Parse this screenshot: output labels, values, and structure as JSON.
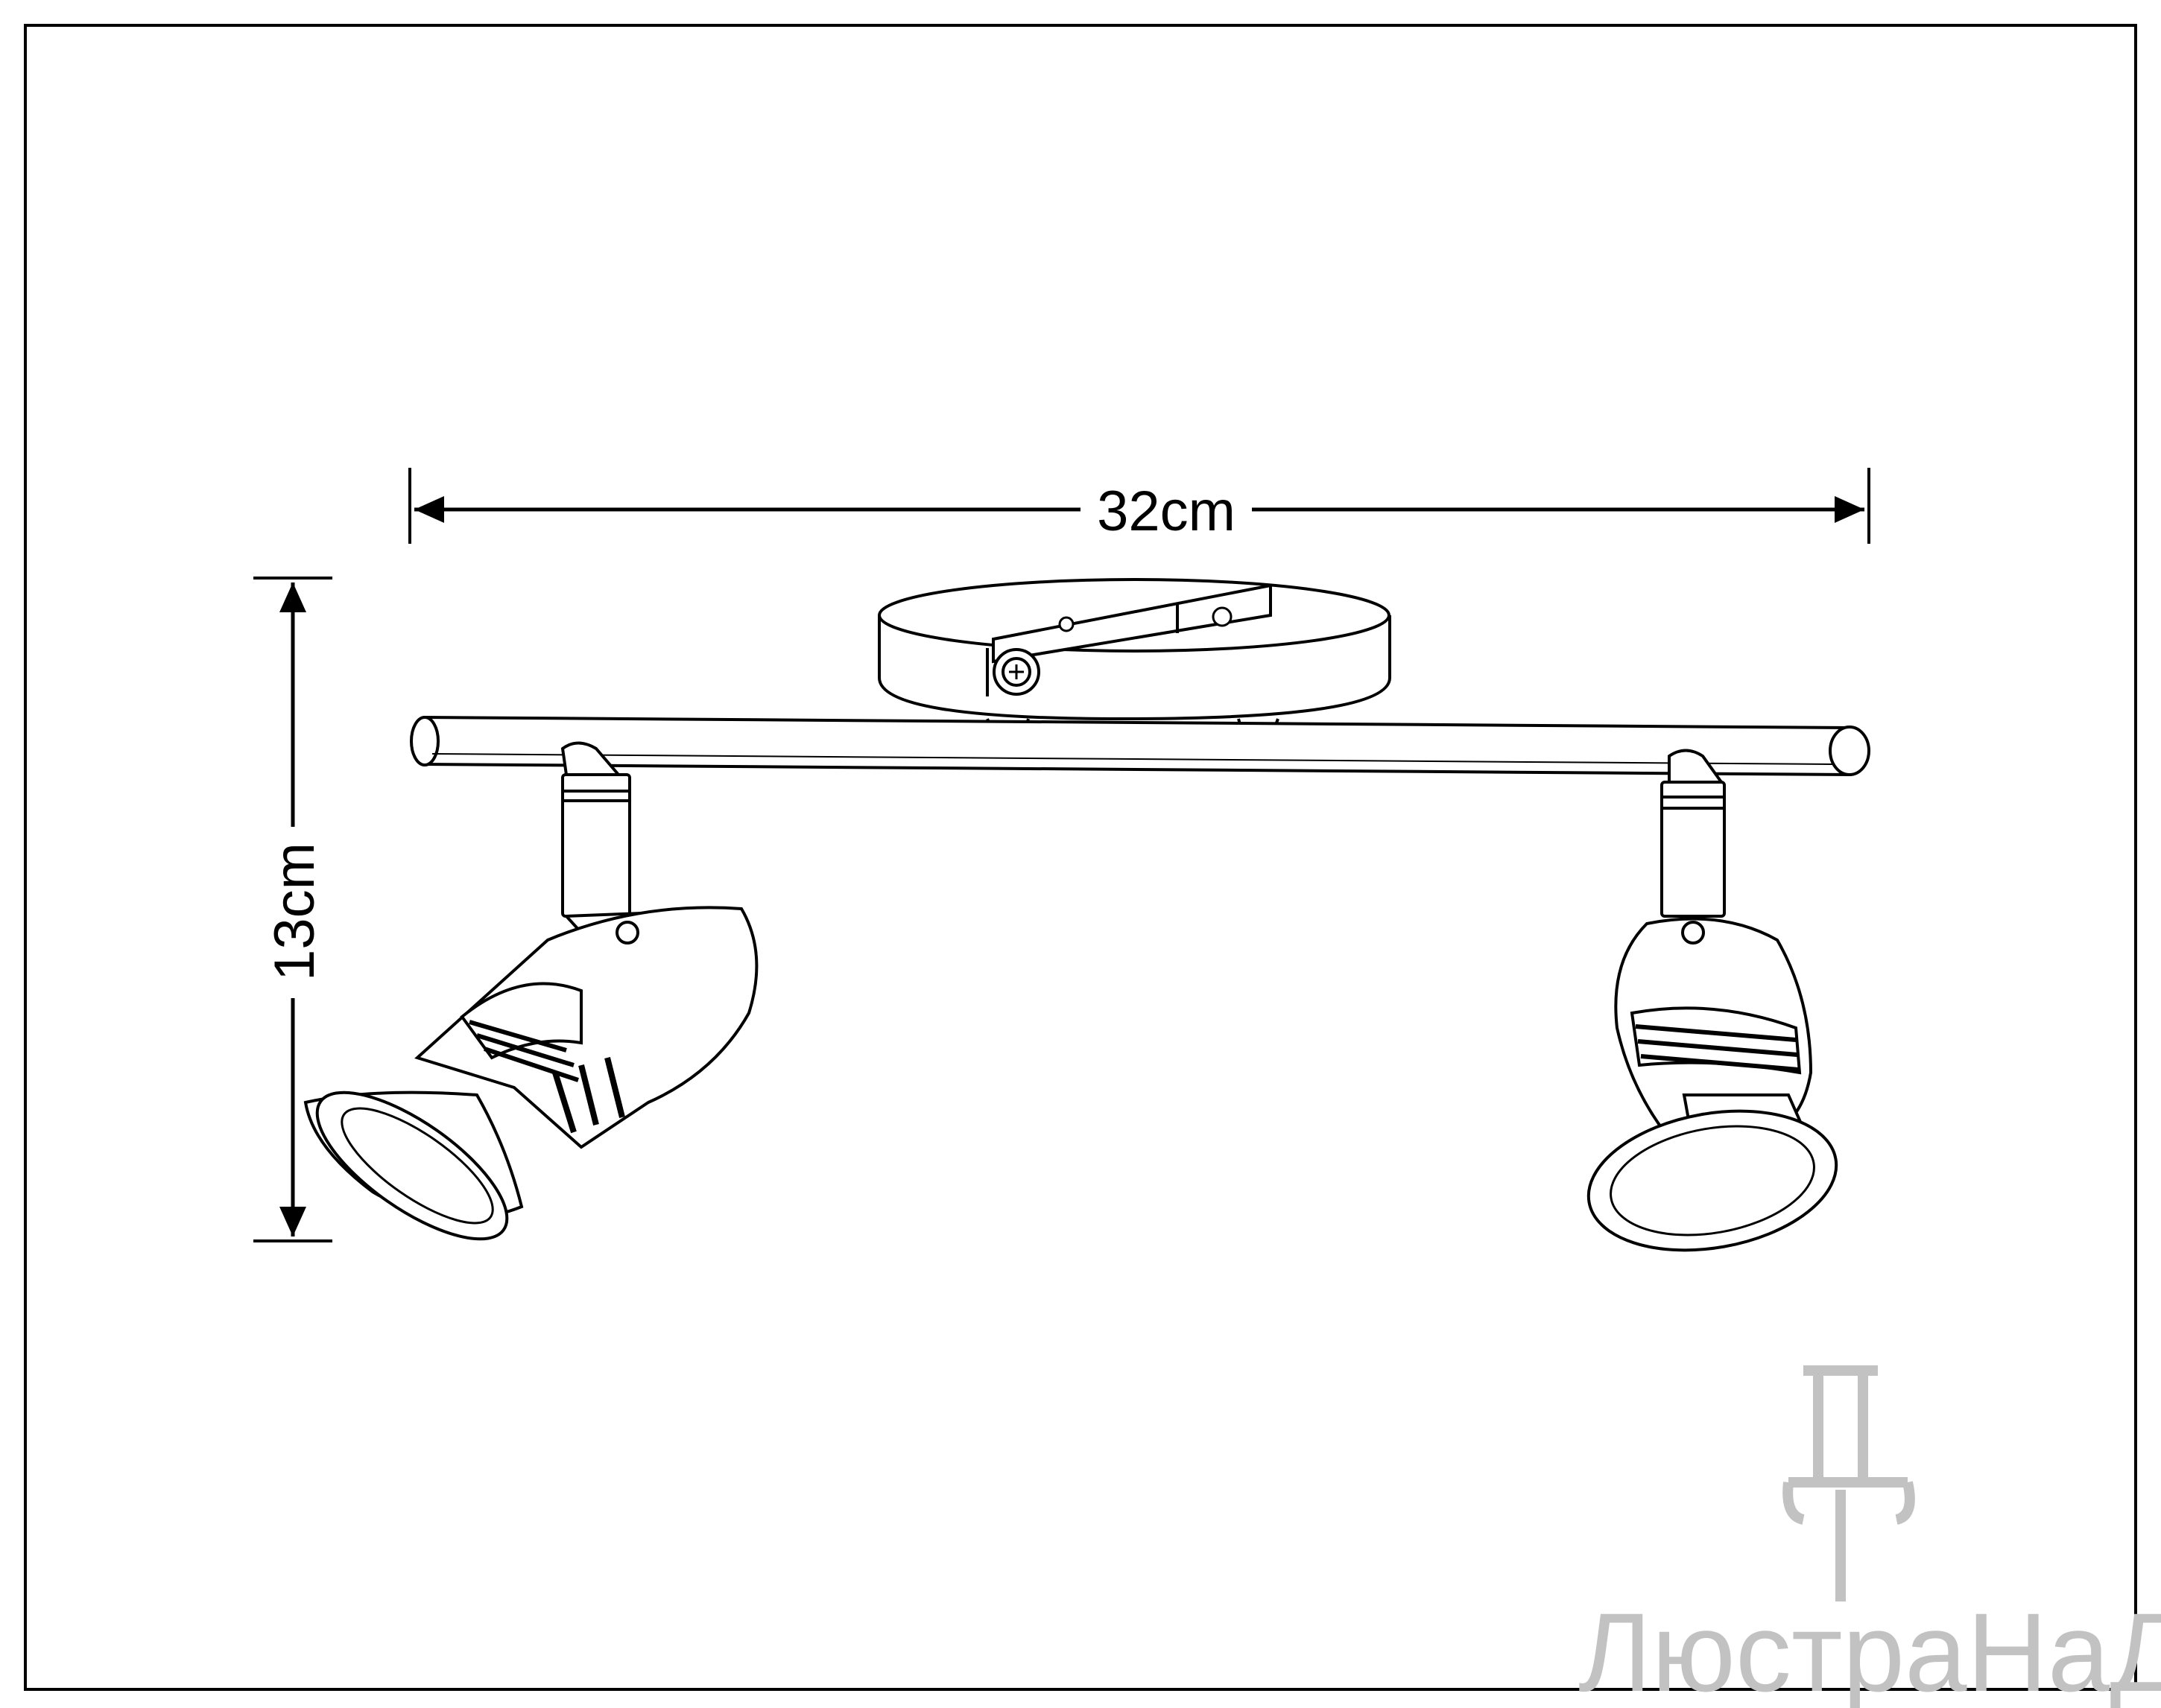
{
  "dimensions": {
    "width_label": "32cm",
    "height_label": "13cm"
  },
  "watermark": {
    "text": "ЛюстраНаДом"
  },
  "colors": {
    "line": "#000000",
    "background": "#ffffff",
    "watermark": "#c2c2c2"
  }
}
